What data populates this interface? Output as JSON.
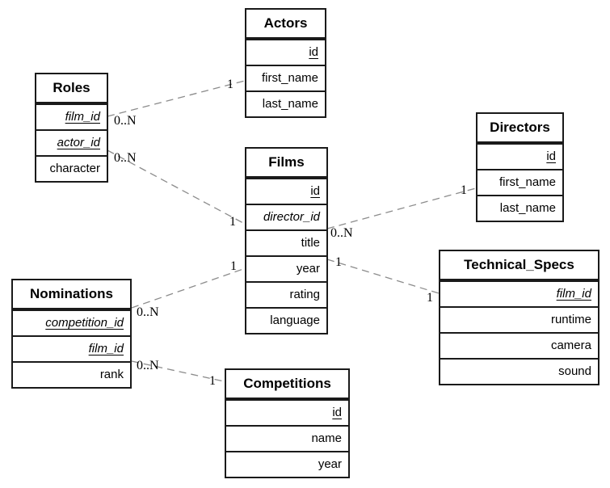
{
  "diagram_type": "entity-relationship",
  "colors": {
    "background": "#ffffff",
    "entity_border": "#1a1a1a",
    "entity_fill": "#ffffff",
    "connector_line": "#8c8c8c",
    "text": "#000000"
  },
  "tables": {
    "roles": {
      "title": "Roles",
      "fields": [
        "film_id",
        "actor_id",
        "character"
      ]
    },
    "actors": {
      "title": "Actors",
      "fields": [
        "id",
        "first_name",
        "last_name"
      ]
    },
    "films": {
      "title": "Films",
      "fields": [
        "id",
        "director_id",
        "title",
        "year",
        "rating",
        "language"
      ]
    },
    "directors": {
      "title": "Directors",
      "fields": [
        "id",
        "first_name",
        "last_name"
      ]
    },
    "nominations": {
      "title": "Nominations",
      "fields": [
        "competition_id",
        "film_id",
        "rank"
      ]
    },
    "technical_specs": {
      "title": "Technical_Specs",
      "fields": [
        "film_id",
        "runtime",
        "camera",
        "sound"
      ]
    },
    "competitions": {
      "title": "Competitions",
      "fields": [
        "id",
        "name",
        "year"
      ]
    }
  },
  "connectors": [
    {
      "from": "Roles",
      "to": "Actors",
      "from_card": "0..N",
      "to_card": "1"
    },
    {
      "from": "Roles",
      "to": "Films",
      "from_card": "0..N",
      "to_card": "1"
    },
    {
      "from": "Films",
      "to": "Directors",
      "from_card": "0..N",
      "to_card": "1"
    },
    {
      "from": "Films",
      "to": "Technical_Specs",
      "from_card": "1",
      "to_card": "1"
    },
    {
      "from": "Nominations",
      "to": "Films",
      "from_card": "0..N",
      "to_card": "1"
    },
    {
      "from": "Nominations",
      "to": "Competitions",
      "from_card": "0..N",
      "to_card": "1"
    }
  ]
}
